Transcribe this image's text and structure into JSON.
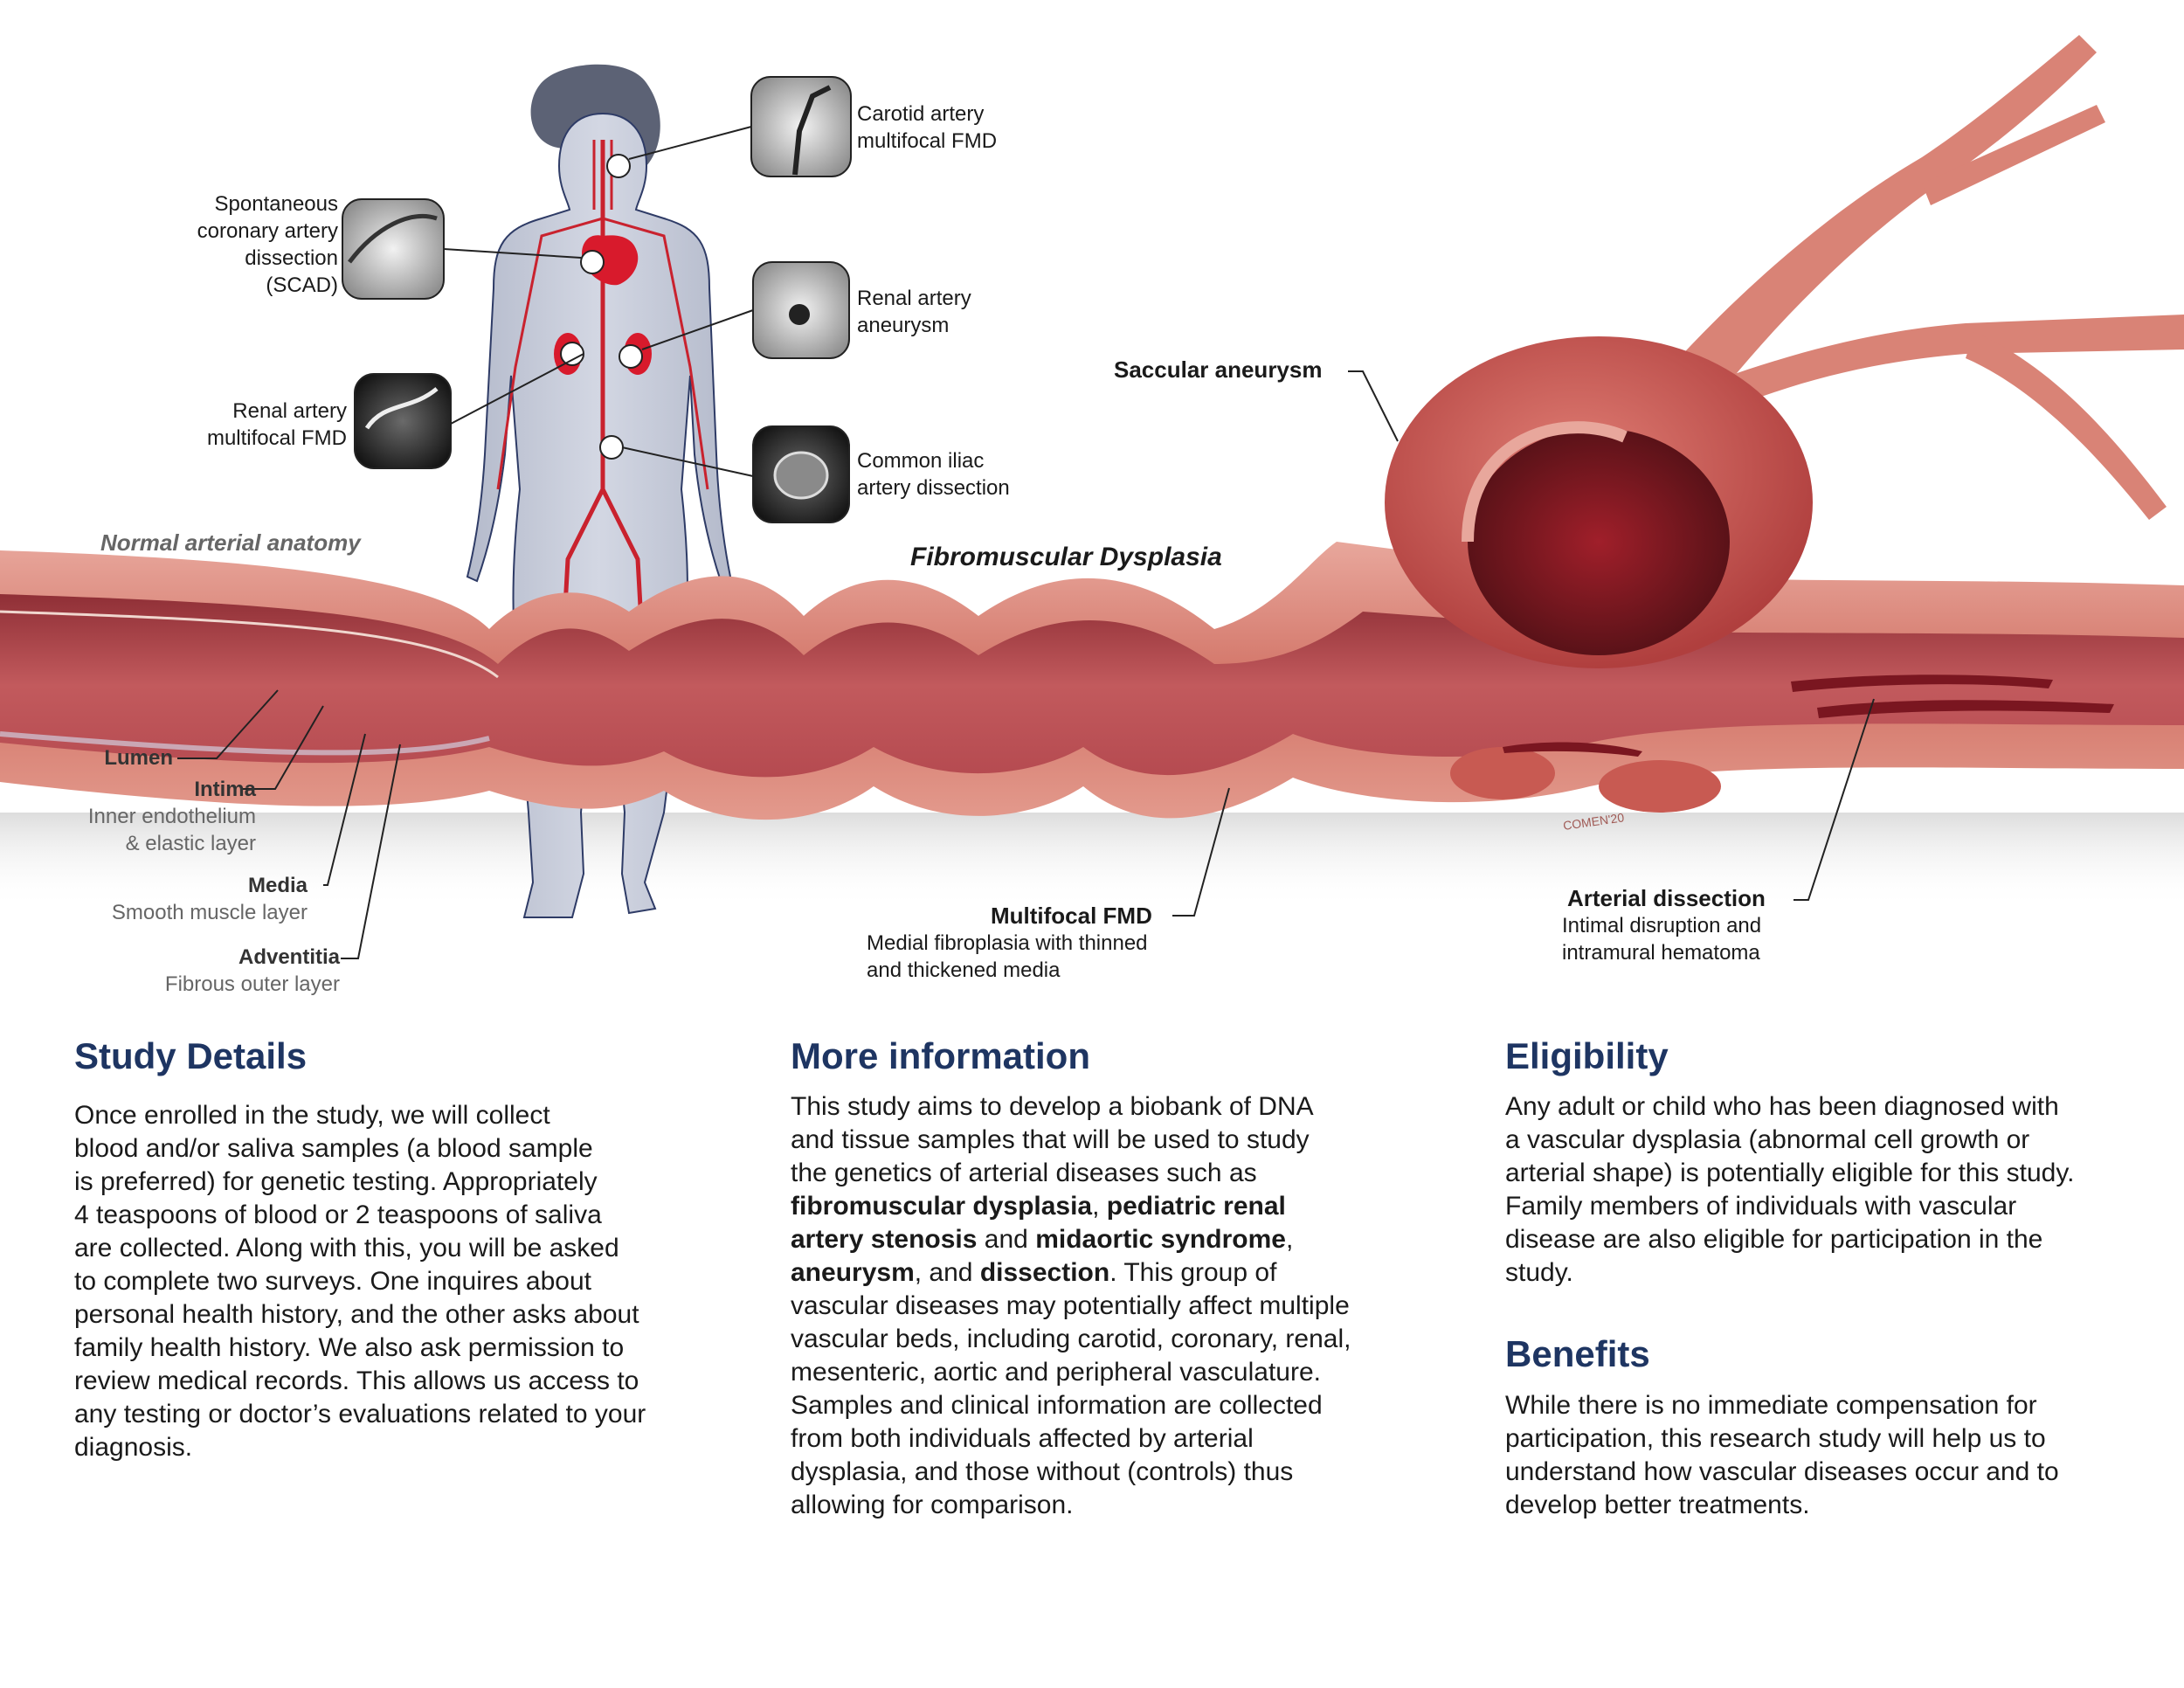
{
  "figure": {
    "labels": {
      "carotid": [
        "Carotid artery",
        "multifocal FMD"
      ],
      "scad": [
        "Spontaneous",
        "coronary artery",
        "dissection",
        "(SCAD)"
      ],
      "renal_aneurysm": [
        "Renal artery",
        "aneurysm"
      ],
      "renal_fmd": [
        "Renal artery",
        "multifocal FMD"
      ],
      "iliac": [
        "Common iliac",
        "artery dissection"
      ],
      "saccular": "Saccular aneurysm",
      "normal": "Normal arterial anatomy",
      "fmd_title": "Fibromuscular Dysplasia",
      "lumen": "Lumen",
      "intima": "Intima",
      "intima_sub": [
        "Inner endothelium",
        "& elastic layer"
      ],
      "media": "Media",
      "media_sub": "Smooth muscle layer",
      "adventitia": "Adventitia",
      "adventitia_sub": "Fibrous outer layer",
      "multifocal": "Multifocal FMD",
      "multifocal_sub": [
        "Medial fibroplasia with thinned",
        "and thickened media"
      ],
      "dissection": "Arterial dissection",
      "dissection_sub": [
        "Intimal disruption and",
        "intramural hematoma"
      ],
      "signature": "COMEN'20"
    },
    "colors": {
      "artery": "#d9776c",
      "lumen": "#a8323a",
      "body": "#c4c9d8",
      "hair": "#5c6275",
      "heading": "#1e3562"
    }
  },
  "sections": {
    "study": {
      "title": "Study Details",
      "lines": [
        "Once enrolled in the study, we will collect",
        "blood and/or saliva samples (a blood sample",
        "is preferred) for genetic testing. Appropriately",
        "4 teaspoons of blood or 2 teaspoons of saliva",
        "are collected. Along with this, you will be asked",
        "to complete two surveys. One inquires about",
        "personal health history, and the other asks about",
        "family health history. We also ask permission to",
        "review medical records. This allows us access to",
        "any testing or doctor’s evaluations related to your",
        "diagnosis."
      ]
    },
    "more": {
      "title": "More information",
      "t1": "This study aims to develop a biobank of DNA",
      "t2": "and tissue samples that will be used to study",
      "t3": "the genetics of arterial diseases such as",
      "b1": "fibromuscular dysplasia",
      "t4": ", ",
      "b2": "pediatric renal",
      "b3": "artery stenosis",
      "t5": " and ",
      "b4": "midaortic syndrome",
      "t6": ",",
      "b5": "aneurysm",
      "t7": ", and ",
      "b6": "dissection",
      "t8": ". This group of",
      "t9": "vascular diseases may potentially affect multiple",
      "t10": "vascular beds, including carotid, coronary, renal,",
      "t11": "mesenteric, aortic and peripheral vasculature.",
      "t12": "Samples and clinical information are collected",
      "t13": "from both individuals affected by arterial",
      "t14": "dysplasia, and those without (controls) thus",
      "t15": "allowing for comparison."
    },
    "eligibility": {
      "title": "Eligibility",
      "lines": [
        "Any adult or child who has been diagnosed with",
        "a vascular dysplasia (abnormal cell growth or",
        "arterial shape) is potentially eligible for this study.",
        "Family members of individuals with vascular",
        "disease are also eligible for participation in the",
        "study."
      ]
    },
    "benefits": {
      "title": "Benefits",
      "lines": [
        "While there is no immediate compensation for",
        "participation, this research study will help us to",
        "understand how vascular diseases occur and to",
        "develop better treatments."
      ]
    }
  }
}
